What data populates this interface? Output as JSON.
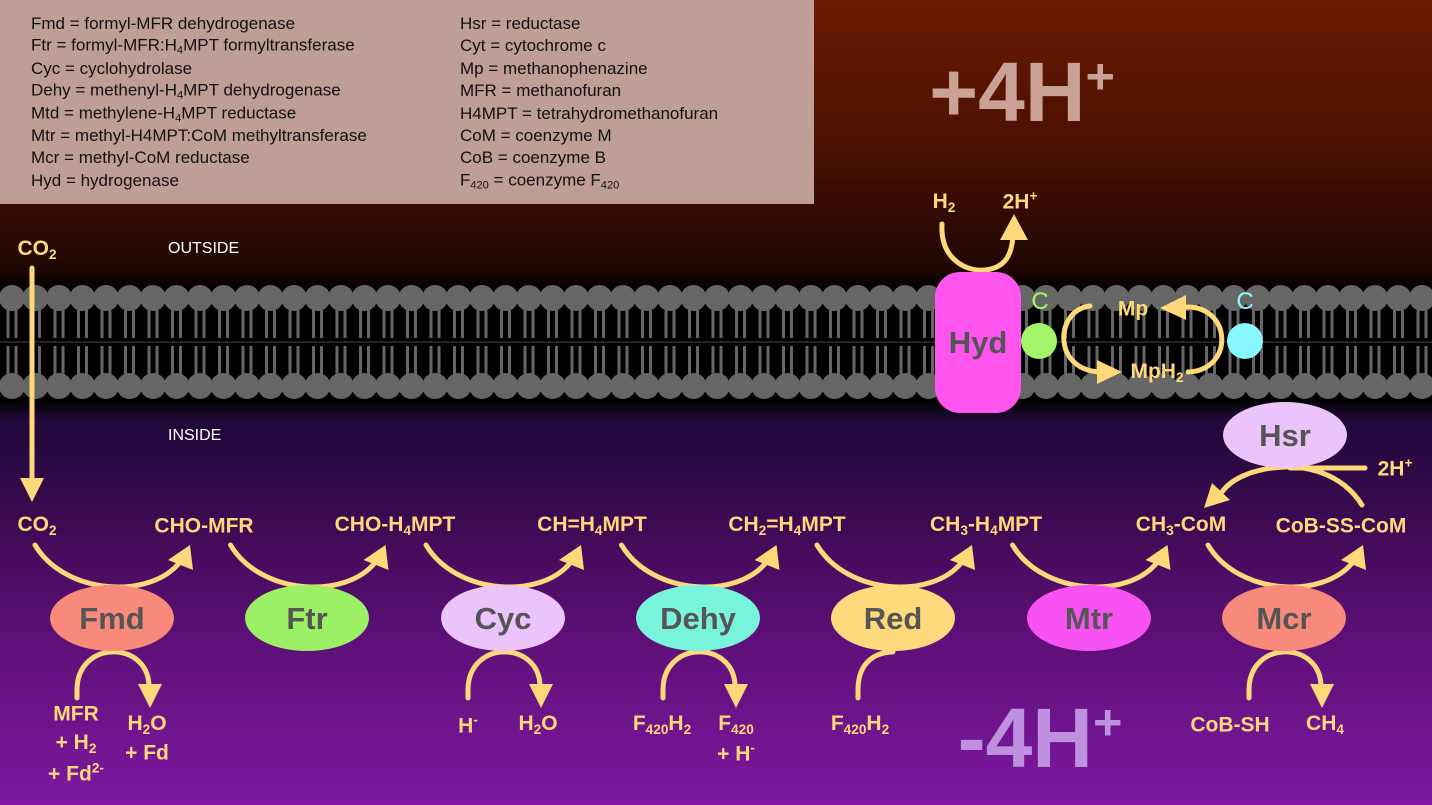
{
  "legend": {
    "left": [
      [
        [
          "Fmd = formyl-MFR dehydrogenase"
        ]
      ],
      [
        [
          "Ftr = formyl-MFR:H"
        ],
        [
          "4",
          "sub"
        ],
        [
          "MPT formyltransferase"
        ]
      ],
      [
        [
          "Cyc = cyclohydrolase"
        ]
      ],
      [
        [
          "Dehy = methenyl-H"
        ],
        [
          "4",
          "sub"
        ],
        [
          "MPT dehydrogenase"
        ]
      ],
      [
        [
          "Mtd = methylene-H"
        ],
        [
          "4",
          "sub"
        ],
        [
          "MPT reductase"
        ]
      ],
      [
        [
          "Mtr = methyl-H4MPT:CoM methyltransferase"
        ]
      ],
      [
        [
          "Mcr = methyl-CoM reductase"
        ]
      ],
      [
        [
          "Hyd = hydrogenase"
        ]
      ]
    ],
    "right": [
      [
        [
          "Hsr = reductase"
        ]
      ],
      [
        [
          "Cyt = cytochrome c"
        ]
      ],
      [
        [
          "Mp = methanophenazine"
        ]
      ],
      [
        [
          "MFR = methanofuran"
        ]
      ],
      [
        [
          "H4MPT = tetrahydromethanofuran"
        ]
      ],
      [
        [
          "CoM = coenzyme M"
        ]
      ],
      [
        [
          "CoB = coenzyme B"
        ]
      ],
      [
        [
          "F"
        ],
        [
          "420",
          "sub"
        ],
        [
          " = coenzyme F"
        ],
        [
          "420",
          "sub"
        ]
      ]
    ]
  },
  "outside_label": "OUTSIDE",
  "inside_label": "INSIDE",
  "proton_out": [
    [
      "+4H"
    ],
    [
      "+",
      "sup"
    ]
  ],
  "proton_in": [
    [
      "-4H"
    ],
    [
      "+",
      "sup"
    ]
  ],
  "co2_outside": [
    [
      "CO"
    ],
    [
      "2",
      "sub"
    ]
  ],
  "compounds": [
    [
      [
        "CO"
      ],
      [
        "2",
        "sub"
      ]
    ],
    [
      [
        "CHO-MFR"
      ]
    ],
    [
      [
        "CHO-H"
      ],
      [
        "4",
        "sub"
      ],
      [
        "MPT"
      ]
    ],
    [
      [
        "CH=H"
      ],
      [
        "4",
        "sub"
      ],
      [
        "MPT"
      ]
    ],
    [
      [
        "CH"
      ],
      [
        "2",
        "sub"
      ],
      [
        "=H"
      ],
      [
        "4",
        "sub"
      ],
      [
        "MPT"
      ]
    ],
    [
      [
        "CH"
      ],
      [
        "3",
        "sub"
      ],
      [
        "-H"
      ],
      [
        "4",
        "sub"
      ],
      [
        "MPT"
      ]
    ],
    [
      [
        "CH"
      ],
      [
        "3",
        "sub"
      ],
      [
        "-CoM"
      ]
    ],
    [
      [
        "CoB-SS-CoM"
      ]
    ]
  ],
  "enzymes": [
    {
      "name": "Fmd",
      "color": "#f88a7c"
    },
    {
      "name": "Ftr",
      "color": "#9cf066"
    },
    {
      "name": "Cyc",
      "color": "#eac4fa"
    },
    {
      "name": "Dehy",
      "color": "#78f4dc"
    },
    {
      "name": "Red",
      "color": "#ffda7c"
    },
    {
      "name": "Mtr",
      "color": "#f852f2"
    },
    {
      "name": "Mcr",
      "color": "#f88a7c"
    }
  ],
  "side_labels": {
    "fmd_in": [
      [
        [
          "MFR"
        ]
      ],
      [
        [
          "+ H"
        ],
        [
          "2",
          "sub"
        ]
      ],
      [
        [
          "+ Fd"
        ],
        [
          "2-",
          "sup"
        ]
      ]
    ],
    "fmd_out": [
      [
        [
          "H"
        ],
        [
          "2",
          "sub"
        ],
        [
          "O"
        ]
      ],
      [
        [
          "+ Fd"
        ]
      ]
    ],
    "cyc_in": [
      [
        "H"
      ],
      [
        "-",
        "sup"
      ]
    ],
    "cyc_out": [
      [
        "H"
      ],
      [
        "2",
        "sub"
      ],
      [
        "O"
      ]
    ],
    "dehy_in": [
      [
        "F"
      ],
      [
        "420",
        "sub"
      ],
      [
        "H"
      ],
      [
        "2",
        "sub"
      ]
    ],
    "dehy_out": [
      [
        [
          "F"
        ],
        [
          "420",
          "sub"
        ]
      ],
      [
        [
          "+ H"
        ],
        [
          "-",
          "sup"
        ]
      ]
    ],
    "red_in": [
      [
        "F"
      ],
      [
        "420",
        "sub"
      ],
      [
        "H"
      ],
      [
        "2",
        "sub"
      ]
    ],
    "mcr_in": [
      [
        "CoB-SH"
      ]
    ],
    "mcr_out": [
      [
        "CH"
      ],
      [
        "4",
        "sub"
      ]
    ]
  },
  "hyd": {
    "name": "Hyd",
    "color": "#ff55ee",
    "in": [
      [
        "H"
      ],
      [
        "2",
        "sub"
      ]
    ],
    "out": [
      [
        "2H"
      ],
      [
        "+",
        "sup"
      ]
    ]
  },
  "cyt_left": {
    "label": "C",
    "color": "#a4f46a"
  },
  "cyt_right": {
    "label": "C",
    "color": "#88f8ff"
  },
  "mp": [
    [
      "Mp"
    ]
  ],
  "mph2": [
    [
      "MpH"
    ],
    [
      "2",
      "sub"
    ]
  ],
  "hsr": {
    "name": "Hsr",
    "color": "#eac4fa",
    "out": [
      [
        "2H"
      ],
      [
        "+",
        "sup"
      ]
    ]
  },
  "arrow_color": "#ffd87a"
}
